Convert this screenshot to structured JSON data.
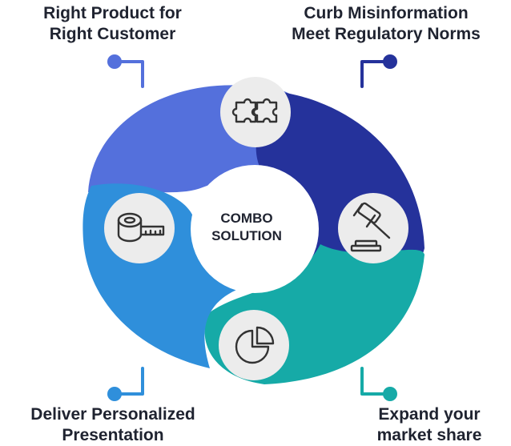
{
  "center": {
    "line1": "COMBO",
    "line2": "SOLUTION"
  },
  "segments": [
    {
      "id": "top-left",
      "label_line1": "Right Product for",
      "label_line2": "Right Customer",
      "color": "#5470dc",
      "icon": "puzzle-icon"
    },
    {
      "id": "top-right",
      "label_line1": "Curb Misinformation",
      "label_line2": "Meet Regulatory Norms",
      "color": "#25329b",
      "icon": "gavel-icon"
    },
    {
      "id": "bottom-right",
      "label_line1": "Expand your",
      "label_line2": "market share",
      "color": "#16aaa7",
      "icon": "pie-chart-icon"
    },
    {
      "id": "bottom-left",
      "label_line1": "Deliver Personalized",
      "label_line2": "Presentation",
      "color": "#2f8fdb",
      "icon": "measuring-tape-icon"
    }
  ],
  "colors": {
    "icon_circle": "#ececec",
    "icon_stroke": "#333333",
    "text": "#1f2330"
  }
}
